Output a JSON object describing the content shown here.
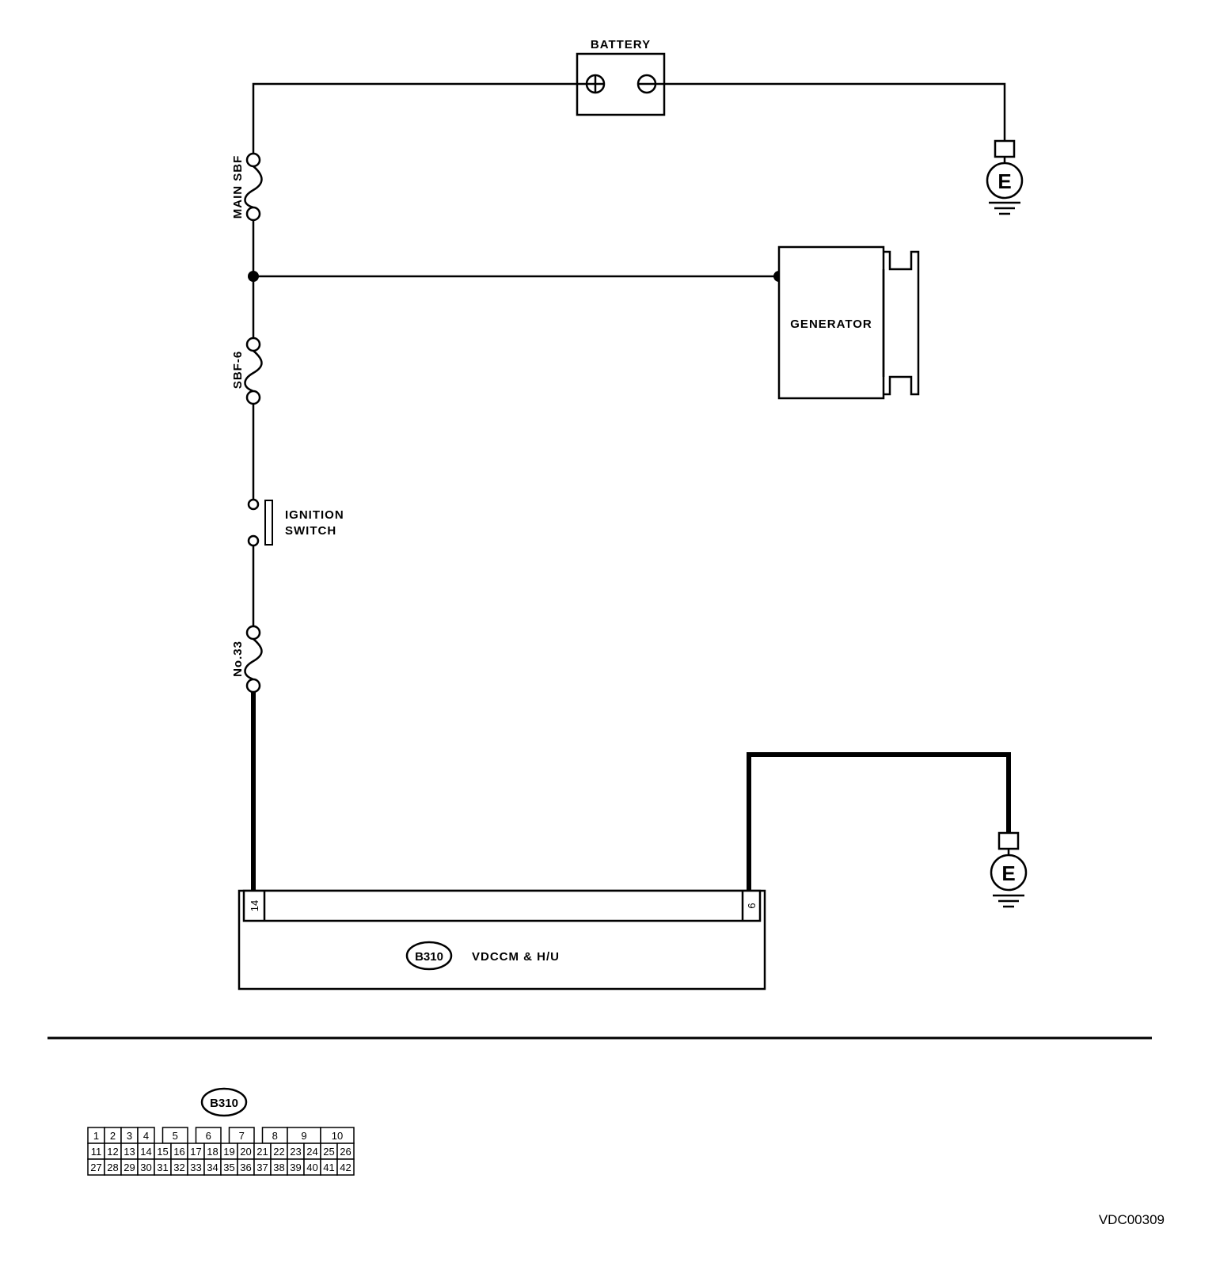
{
  "components": {
    "battery": {
      "label": "BATTERY"
    },
    "main_fuse": {
      "label": "MAIN SBF"
    },
    "generator": {
      "label": "GENERATOR"
    },
    "sbf6": {
      "label": "SBF-6"
    },
    "ignition_switch": {
      "line1": "IGNITION",
      "line2": "SWITCH"
    },
    "fuse33": {
      "label": "No.33"
    },
    "ground_symbol": {
      "label": "E"
    },
    "module": {
      "connector": "B310",
      "label": "VDCCM & H/U",
      "pin_left": "14",
      "pin_right": "6"
    }
  },
  "connector_view": {
    "code": "B310",
    "rows": [
      [
        "1",
        "2",
        "3",
        "4",
        "5",
        "6",
        "7",
        "8",
        "9",
        "10"
      ],
      [
        "11",
        "12",
        "13",
        "14",
        "15",
        "16",
        "17",
        "18",
        "19",
        "20",
        "21",
        "22",
        "23",
        "24",
        "25",
        "26"
      ],
      [
        "27",
        "28",
        "29",
        "30",
        "31",
        "32",
        "33",
        "34",
        "35",
        "36",
        "37",
        "38",
        "39",
        "40",
        "41",
        "42"
      ]
    ]
  },
  "figure_code": "VDC00309"
}
